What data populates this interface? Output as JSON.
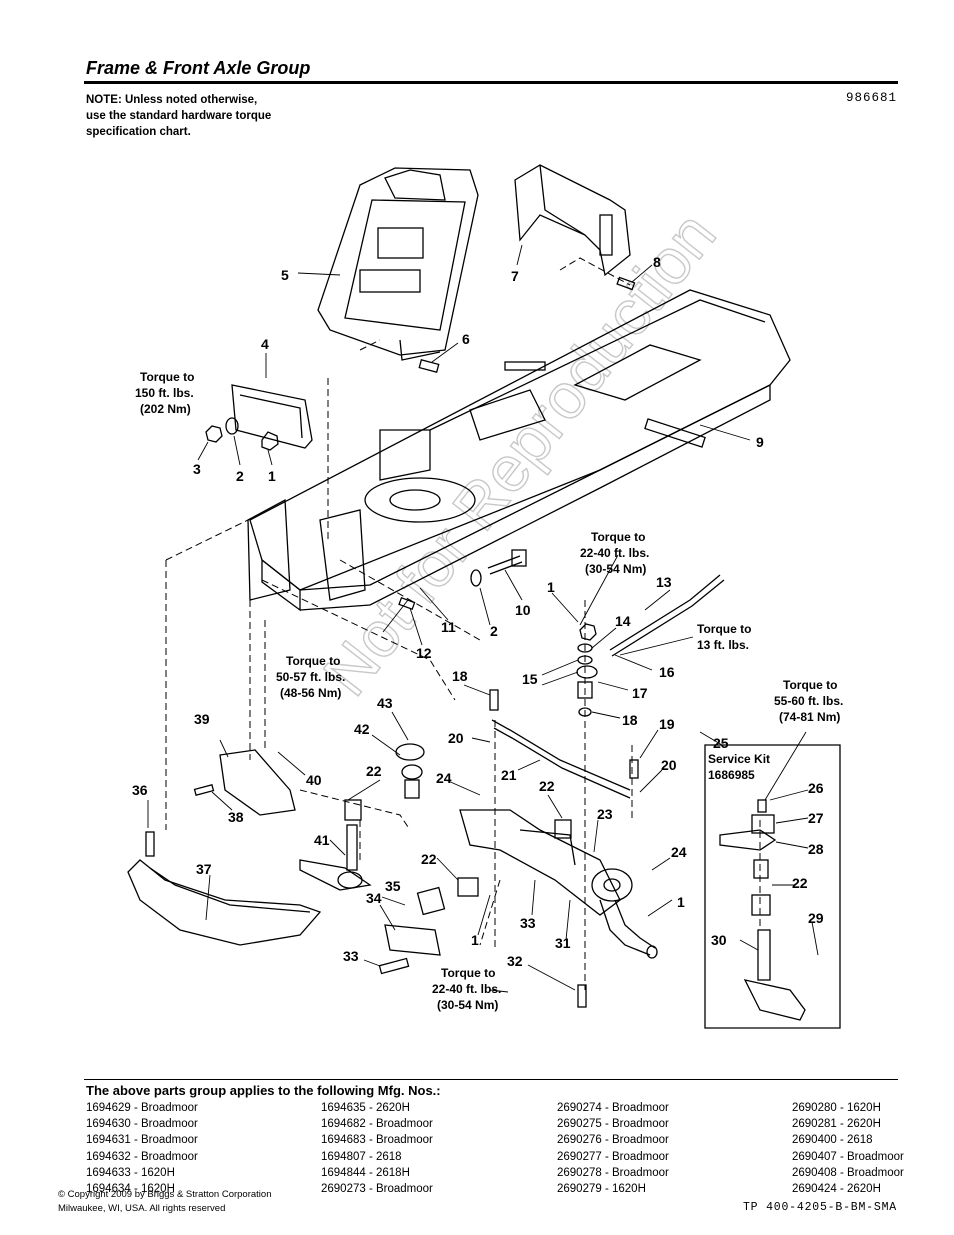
{
  "page": {
    "title": "Frame & Front Axle Group",
    "note": [
      "NOTE: Unless noted otherwise,",
      "use the standard hardware torque",
      "specification chart."
    ],
    "diagram_number": "986681",
    "watermark": "Not for Reproduction"
  },
  "callouts": [
    "1",
    "1",
    "1",
    "1",
    "2",
    "2",
    "3",
    "4",
    "5",
    "6",
    "7",
    "8",
    "9",
    "10",
    "11",
    "12",
    "13",
    "14",
    "15",
    "16",
    "17",
    "18",
    "18",
    "19",
    "20",
    "20",
    "21",
    "22",
    "22",
    "22",
    "22",
    "23",
    "24",
    "24",
    "25",
    "26",
    "27",
    "28",
    "29",
    "30",
    "31",
    "32",
    "33",
    "33",
    "34",
    "35",
    "36",
    "37",
    "38",
    "39",
    "40",
    "41",
    "42",
    "43"
  ],
  "torque_notes": [
    [
      "Torque to",
      "150 ft. lbs.",
      "(202 Nm)"
    ],
    [
      "Torque to",
      "22-40 ft. lbs.",
      "(30-54 Nm)"
    ],
    [
      "Torque to",
      "13 ft. lbs."
    ],
    [
      "Torque to",
      "50-57 ft. lbs.",
      "(48-56 Nm)"
    ],
    [
      "Torque to",
      "55-60 ft. lbs.",
      "(74-81 Nm)"
    ],
    [
      "Torque to",
      "22-40 ft. lbs.",
      "(30-54 Nm)"
    ]
  ],
  "service_kit": {
    "label": "Service Kit",
    "number": "1686985"
  },
  "applies_to": {
    "heading": "The above parts group applies to the following Mfg. Nos.:",
    "columns": [
      [
        "1694629 - Broadmoor",
        "1694630 - Broadmoor",
        "1694631 - Broadmoor",
        "1694632 - Broadmoor",
        "1694633 - 1620H",
        "1694634 - 1620H"
      ],
      [
        "1694635 - 2620H",
        "1694682 - Broadmoor",
        "1694683 - Broadmoor",
        "1694807 - 2618",
        "1694844 - 2618H",
        "2690273 - Broadmoor"
      ],
      [
        "2690274 - Broadmoor",
        "2690275 - Broadmoor",
        "2690276 - Broadmoor",
        "2690277 - Broadmoor",
        "2690278 - Broadmoor",
        "2690279 - 1620H"
      ],
      [
        "2690280 - 1620H",
        "2690281 - 2620H",
        "2690400 - 2618",
        "2690407 - Broadmoor",
        "2690408 - Broadmoor",
        "2690424 - 2620H"
      ]
    ]
  },
  "footer": {
    "copyright_line1": "© Copyright 2009 by Briggs & Stratton Corporation",
    "copyright_line2": "Milwaukee, WI, USA. All rights reserved",
    "document_code": "TP 400-4205-B-BM-SMA"
  }
}
